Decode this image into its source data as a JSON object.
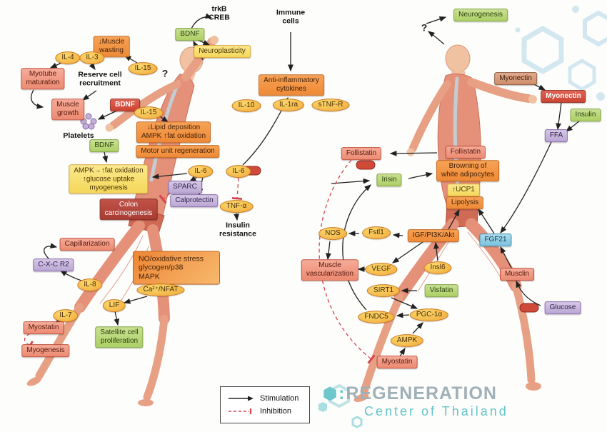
{
  "legend": {
    "stimulation": "Stimulation",
    "inhibition": "Inhibition"
  },
  "watermark": {
    "hex": "⬢",
    "colon": ":",
    "line1": "REGENERATION",
    "line2": "Center of Thailand"
  },
  "labels": {
    "trkb_creb": "trkB\nCREB",
    "immune_cells": "Immune\ncells",
    "bdnf_top": "BDNF",
    "neuroplasticity": "Neuroplasticity",
    "anti_inflammatory": "Anti-inflammatory\ncytokines",
    "il10": "IL-10",
    "il1ra": "IL-1ra",
    "stnfr": "sTNF-R",
    "muscle_wasting": "↓Muscle\nwasting",
    "il4": "IL-4",
    "il3": "IL-3",
    "myotube_maturation": "Myotube\nmaturation",
    "reserve_cell": "Reserve cell\nrecruitment",
    "muscle_growth": "Muscle\ngrowth",
    "il15_a": "IL-15",
    "il15_b": "IL-15",
    "q1": "?",
    "q2": "?",
    "bdnf_red": "BDNF",
    "platelets": "Platelets",
    "bdnf_green": "BDNF",
    "lipid": "↓Lipid deposition\nAMPK ↑fat oxidation",
    "motor_unit": "Motor unit regeneration",
    "ampk_box": "AMPK→↑fat oxidation\n↑glucose uptake\nmyogenesis",
    "il6_a": "IL-6",
    "il6_b": "IL-6",
    "sparc": "SPARC",
    "calprotectin": "Calprotectin",
    "colon": "Colon\ncarcinogenesis",
    "tnfa": "TNF-α",
    "insulin_resistance": "Insulin\nresistance",
    "capillarization": "Capillarization",
    "cxcr2": "C-X-C R2",
    "il8": "IL-8",
    "no_box": "NO/oxidative stress\nglycogen/p38\nMAPK",
    "ca_nfat": "Ca²⁺/NFAT",
    "lif": "LIF",
    "il7": "IL-7",
    "myostatin_left": "Myostatin",
    "myogenesis": "Myogenesis",
    "satellite": "Satellite cell\nproliferation",
    "neurogenesis": "Neurogenesis",
    "myonectin_a": "Myonectin",
    "myonectin_b": "Myonectin",
    "insulin": "Insulin",
    "ffa": "FFA",
    "follistatin_a": "Follistatin",
    "follistatin_b": "Follistatin",
    "browning": "Browning of\nwhite adipocytes",
    "ucp1": "↑UCP1",
    "lipolysis": "Lipolysis",
    "irisin": "Irisin",
    "nos": "NOS",
    "fstl1": "Fstl1",
    "igf": "IGF/PI3K/Akt",
    "fgf21": "FGF21",
    "muscle_vasc": "Muscle\nvascularization",
    "vegf": "VEGF",
    "insl6": "Insl6",
    "musclin": "Musclin",
    "sirt1": "SIRT1",
    "visfatin": "Visfatin",
    "fndc5": "FNDC5",
    "pgc1a": "PGC-1α",
    "ampk": "AMPK",
    "myostatin_right": "Myostatin",
    "glucose": "Glucose"
  }
}
